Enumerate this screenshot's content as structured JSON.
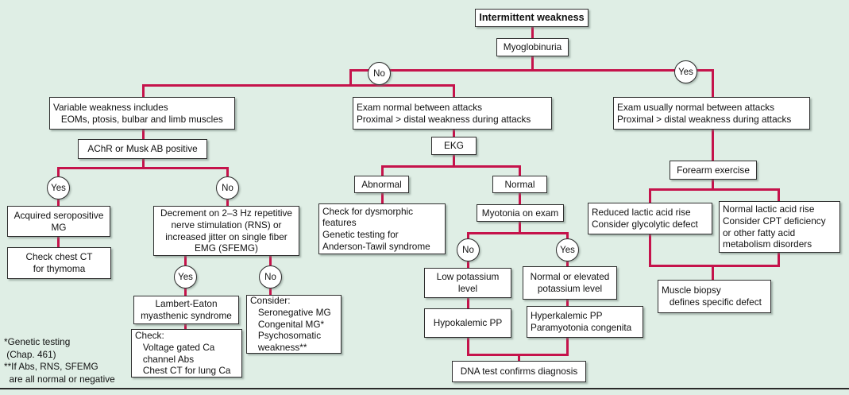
{
  "labels": {
    "yes": "Yes",
    "no": "No"
  },
  "colors": {
    "background": "#dfeee5",
    "connector": "#c5134b",
    "box_fill": "#ffffff",
    "box_border": "#2f2f2f",
    "baseline": "#2a2a2a"
  },
  "nodes": {
    "intermittent": "Intermittent weakness",
    "myoglobinuria": "Myoglobinuria",
    "variable_weakness": "Variable weakness includes\n   EOMs, ptosis, bulbar and limb muscles",
    "achr": "AChR or Musk AB positive",
    "acquired_mg": "Acquired seropositive\nMG",
    "chest_ct": "Check chest CT\nfor thymoma",
    "decrement": "Decrement on 2–3 Hz repetitive\nnerve stimulation (RNS) or\nincreased jitter on single fiber\nEMG (SFEMG)",
    "lambert": "Lambert-Eaton\nmyasthenic syndrome",
    "check_ca": "Check:\n   Voltage gated Ca\n   channel Abs\n   Chest CT for lung Ca",
    "consider": "Consider:\n   Seronegative MG\n   Congenital MG*\n   Psychosomatic\n   weakness**",
    "exam_normal": "Exam normal between attacks\nProximal > distal weakness during attacks",
    "ekg": "EKG",
    "abnormal": "Abnormal",
    "normal": "Normal",
    "dysmorphic": "Check for dysmorphic\nfeatures\nGenetic testing for\nAnderson-Tawil syndrome",
    "myotonia": "Myotonia on exam",
    "low_potassium": "Low potassium\nlevel",
    "hypokalemic": "Hypokalemic PP",
    "normal_elevated": "Normal or elevated\npotassium level",
    "hyperkalemic": "Hyperkalemic PP\nParamyotonia congenita",
    "dna_test": "DNA test confirms diagnosis",
    "exam_usually": "Exam usually normal between attacks\nProximal > distal weakness during attacks",
    "forearm": "Forearm exercise",
    "reduced_lactic": "Reduced lactic acid rise\nConsider glycolytic defect",
    "normal_lactic": "Normal lactic acid rise\nConsider CPT deficiency\nor other fatty acid\nmetabolism disorders",
    "muscle_biopsy": "Muscle biopsy\n   defines specific defect"
  },
  "footnote": "*Genetic testing\n (Chap. 461)\n**If Abs, RNS, SFEMG\n  are all normal or negative"
}
